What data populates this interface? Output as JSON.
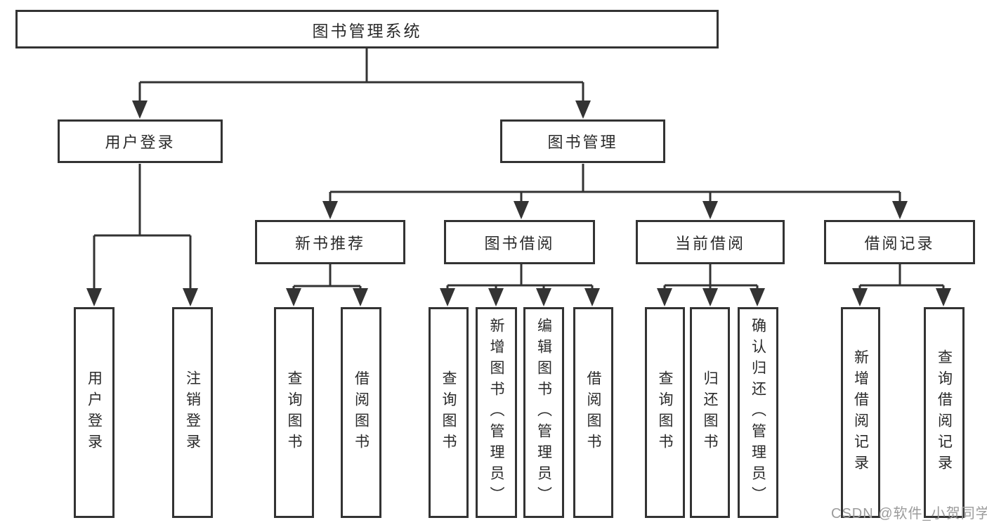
{
  "nodes": {
    "root": {
      "label": "图书管理系统"
    },
    "user_login": {
      "label": "用户登录"
    },
    "book_mgmt": {
      "label": "图书管理"
    },
    "new_book_rec": {
      "label": "新书推荐"
    },
    "book_borrow": {
      "label": "图书借阅"
    },
    "current_borrow": {
      "label": "当前借阅"
    },
    "borrow_record": {
      "label": "借阅记录"
    },
    "leaf_user_login": {
      "label": "用户登录"
    },
    "leaf_logout": {
      "label": "注销登录"
    },
    "rec_query": {
      "label": "查询图书"
    },
    "rec_borrow": {
      "label": "借阅图书"
    },
    "bb_query": {
      "label": "查询图书"
    },
    "bb_add": {
      "label": "新增图书（管理员）"
    },
    "bb_edit": {
      "label": "编辑图书（管理员）"
    },
    "bb_borrow": {
      "label": "借阅图书"
    },
    "cb_query": {
      "label": "查询图书"
    },
    "cb_return": {
      "label": "归还图书"
    },
    "cb_confirm": {
      "label": "确认归还（管理员）"
    },
    "br_add": {
      "label": "新增借阅记录"
    },
    "br_query": {
      "label": "查询借阅记录"
    }
  },
  "structure": {
    "root": "图书管理系统",
    "children": [
      {
        "label": "用户登录",
        "children": [
          "用户登录",
          "注销登录"
        ]
      },
      {
        "label": "图书管理",
        "children": [
          {
            "label": "新书推荐",
            "children": [
              "查询图书",
              "借阅图书"
            ]
          },
          {
            "label": "图书借阅",
            "children": [
              "查询图书",
              "新增图书（管理员）",
              "编辑图书（管理员）",
              "借阅图书"
            ]
          },
          {
            "label": "当前借阅",
            "children": [
              "查询图书",
              "归还图书",
              "确认归还（管理员）"
            ]
          },
          {
            "label": "借阅记录",
            "children": [
              "新增借阅记录",
              "查询借阅记录"
            ]
          }
        ]
      }
    ]
  },
  "watermark": {
    "text": "CSDN @软件_小贺同学"
  },
  "colors": {
    "line": "#333333",
    "text": "#2a2a2a",
    "watermark": "#9b9b9b",
    "background": "#ffffff"
  }
}
